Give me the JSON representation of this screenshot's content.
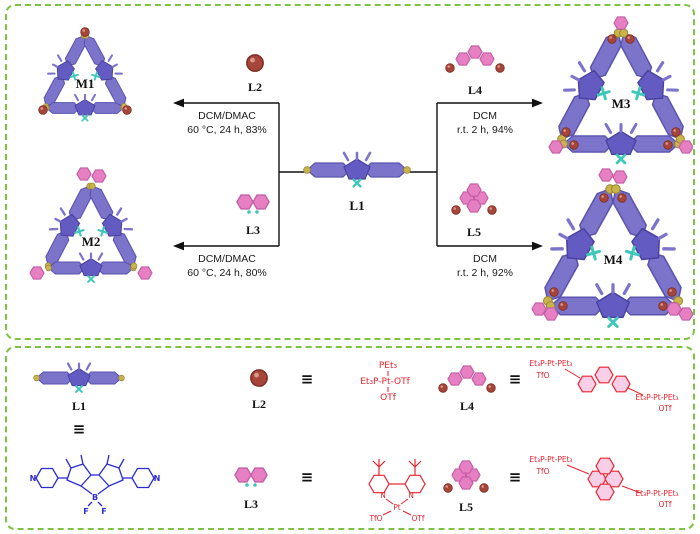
{
  "colors": {
    "border_green": "#7cc243",
    "ligand_purple": "#7b74ca",
    "hexagon_pink": "#e77fc3",
    "pt_sphere_red": "#a6453a",
    "bf2_teal": "#3fc8ba",
    "structure_red": "#e8232e",
    "structure_blue": "#2b2bd5"
  },
  "macrocycles": {
    "m1": "M1",
    "m2": "M2",
    "m3": "M3",
    "m4": "M4"
  },
  "ligands": {
    "l1": "L1",
    "l2": "L2",
    "l3": "L3",
    "l4": "L4",
    "l5": "L5"
  },
  "reactions": {
    "left_top": {
      "solvent": "DCM/DMAC",
      "conditions": "60 °C, 24 h, 83%"
    },
    "left_bottom": {
      "solvent": "DCM/DMAC",
      "conditions": "60 °C, 24 h, 80%"
    },
    "right_top": {
      "solvent": "DCM",
      "conditions": "r.t. 2 h, 94%"
    },
    "right_bottom": {
      "solvent": "DCM",
      "conditions": "r.t. 2 h, 92%"
    }
  },
  "legend": {
    "equiv": "≡",
    "l1_structure": {
      "n_left": "N",
      "n_right": "N",
      "boron": "B",
      "f_left": "F",
      "f_right": "F"
    },
    "l2_structure": {
      "top": "PEt₃",
      "mid": "Et₃P-Pt-OTf",
      "bottom": "OTf"
    },
    "l3_structure": {
      "n_left": "N",
      "n_right": "N",
      "pt": "Pt",
      "tfo": "TfO",
      "otf": "OTf"
    },
    "l4_structure": {
      "left_top": "Et₃P-Pt-PEt₃",
      "left_bottom": "TfO",
      "right_top": "Et₃P-Pt-PEt₃",
      "right_bottom": "OTf"
    },
    "l5_structure": {
      "left_top": "Et₃P-Pt-PEt₃",
      "left_bottom": "TfO",
      "right_top": "Et₃P-Pt-PEt₃",
      "right_bottom": "OTf"
    }
  }
}
